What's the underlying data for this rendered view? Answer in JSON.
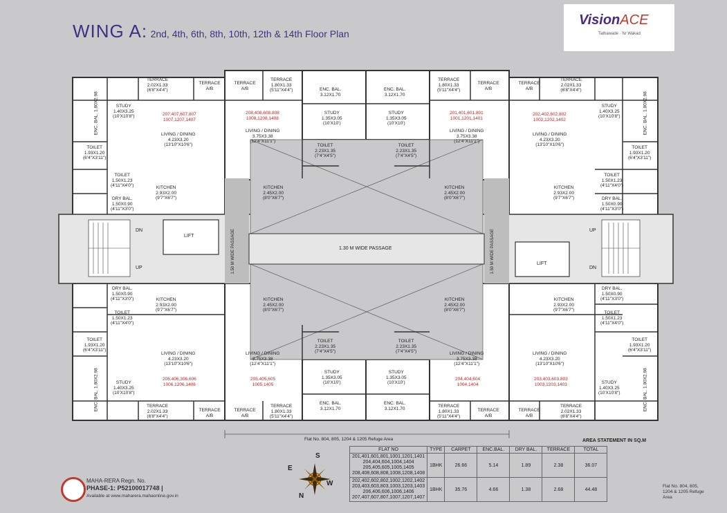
{
  "title": {
    "main": "WING A:",
    "floors": "2nd, 4th, 6th, 8th, 10th, 12th & 14th Floor Plan"
  },
  "logo": {
    "brand_a": "Vision",
    "brand_b": "ACE",
    "tagline": "Tathawade · Nr Wakad"
  },
  "passages": {
    "center": "1.30 M WIDE PASSAGE",
    "left": "1.50 M WIDE PASSAGE",
    "right": "1.50 M WIDE PASSAGE"
  },
  "core": {
    "lift": "LIFT",
    "dn": "DN",
    "up": "UP"
  },
  "refuge_note": "Flat No. 804, 805, 1204 & 1205 Refuge Area",
  "area_heading": "AREA STATEMENT IN SQ.M",
  "rooms": {
    "terrace": "TERRACE",
    "terrace_ab": "TERRACE A/B",
    "enc_bal": "ENC. BAL.",
    "study": "STUDY",
    "living": "LIVING / DINING",
    "kitchen": "KITCHEN",
    "toilet": "TOILET",
    "dry_bal": "DRY BAL.",
    "dim_terrace": "2.02X1.33",
    "dim_terrace_ft": "(6'8\"X4'4\")",
    "dim_terrace2": "1.80X1.33",
    "dim_terrace2_ft": "(5'11\"X4'4\")",
    "dim_encbal": "3.12X1.70",
    "dim_study_c": "1.35X3.05",
    "dim_study_c_ft": "(10'X10')",
    "dim_study_s": "1.40X3.25",
    "dim_study_s_ft": "(10'X10'8\")",
    "dim_living_s": "4.23X3.20",
    "dim_living_s_ft": "(13'10\"X10'6\")",
    "dim_living_c": "3.75X3.38",
    "dim_living_c_ft": "(12'4\"X11'1\")",
    "dim_kitchen_c": "2.45X2.00",
    "dim_kitchen_c_ft": "(8'0\"X6'7\")",
    "dim_kitchen_s": "2.93X2.00",
    "dim_kitchen_s_ft": "(9'7\"X6'7\")",
    "dim_toilet": "2.23X1.35",
    "dim_toilet_ft": "(7'4\"X4'5\")",
    "dim_toilet_s": "1.50X1.23",
    "dim_toilet_s_ft": "(4'11\"X4'0\")",
    "dim_toilet_e": "1.93X1.20",
    "dim_toilet_e_ft": "(6'4\"X3'11\")",
    "dim_drybal": "1.50X0.90",
    "dim_drybal_ft": "(4'11\"X3'0\")",
    "dim_enc_side": "1.80X2.98"
  },
  "flats": {
    "tl": "207,407,607,807",
    "tl2": "1007,1207,1407",
    "tc": "208,408,608,808",
    "tc2": "1008,1208,1408",
    "tc3": "201,401,601,801",
    "tc4": "1001,1201,1401",
    "tr": "202,402,602,802",
    "tr2": "1002,1202,1402",
    "bl": "206,406,306,606",
    "bl2": "1006,1206,1406",
    "bc": "205,405,605",
    "bc2": "1005,1405",
    "bc3": "204,404,604",
    "bc4": "1004,1404",
    "br": "203,403,603,803",
    "br2": "1003,1203,1403"
  },
  "area_table": {
    "headers": [
      "FLAT NO",
      "TYPE",
      "CARPET",
      "ENC.BAL.",
      "DRY BAL.",
      "TERRACE",
      "TOTAL"
    ],
    "rows": [
      {
        "flat": [
          "201,401,601,801,1001,1201,1401",
          "204,404,604,1004,1404",
          "205,405,605,1005,1405",
          "208,408,608,808,1008,1208,1408"
        ],
        "type": "1BHK",
        "carpet": "26.66",
        "enc": "5.14",
        "dry": "1.89",
        "terrace": "2.38",
        "total": "36.07"
      },
      {
        "flat": [
          "202,402,602,802,1002,1202,1402",
          "203,403,603,803,1003,1203,1403",
          "206,406,606,1006,1406",
          "207,407,607,807,1007,1207,1407"
        ],
        "type": "1BHK",
        "carpet": "35.76",
        "enc": "4.66",
        "dry": "1.38",
        "terrace": "2.68",
        "total": "44.48"
      }
    ]
  },
  "refuge_side": "Flat No. 804, 805, 1204 & 1205 Refuge Area",
  "rera": {
    "line1": "MAHA-RERA Regn. No.",
    "line2": "PHASE-1: P52100017748 |",
    "line3": "Available at www.maharera.mahaonline.gov.in"
  },
  "compass": {
    "n": "N",
    "s": "S",
    "e": "E",
    "w": "W"
  }
}
